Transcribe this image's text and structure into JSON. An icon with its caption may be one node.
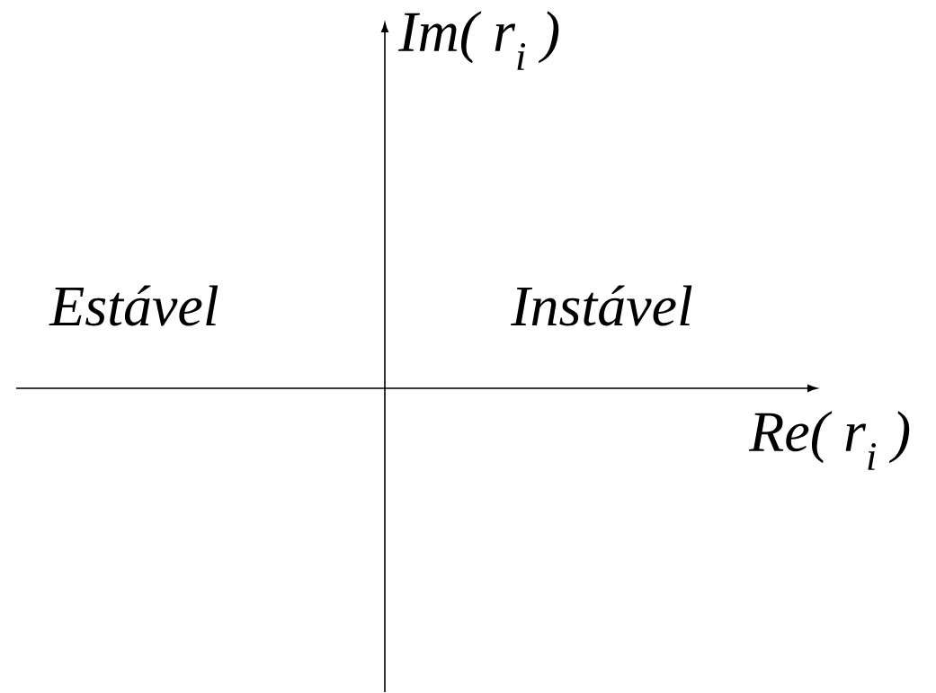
{
  "diagram": {
    "labels": [
      "Im( r$_{i}$ )",
      "Estável",
      "Instável",
      "Re( r$_{i}$ )"
    ]
  }
}
